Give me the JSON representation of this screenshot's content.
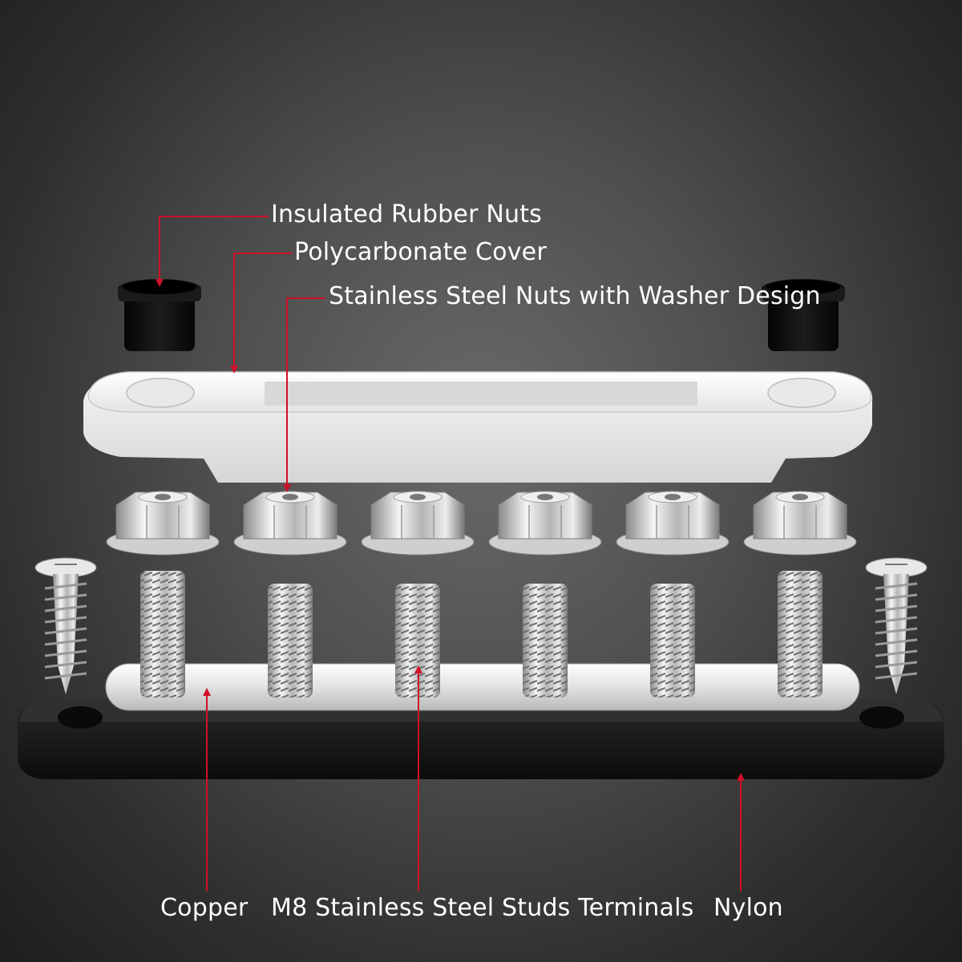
{
  "labels": {
    "rubber_nuts": "Insulated Rubber Nuts",
    "cover": "Polycarbonate Cover",
    "steel_nuts": "Stainless Steel Nuts with Washer Design",
    "copper": "Copper",
    "studs": "M8 Stainless Steel Studs Terminals",
    "nylon": "Nylon"
  },
  "colors": {
    "pointer": "#d0102a",
    "label_text": "#ffffff"
  },
  "parts": {
    "stud_count": 6,
    "rubber_nut_count": 2,
    "screw_count": 2
  }
}
